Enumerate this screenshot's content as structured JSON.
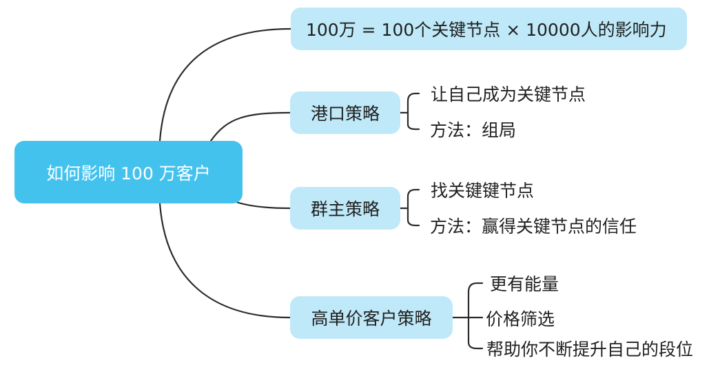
{
  "root": {
    "label": "如何影响 100 万客户"
  },
  "branches": [
    {
      "label": "100万 = 100个关键节点 × 10000人的影响力",
      "children": []
    },
    {
      "label": "港口策略",
      "children": [
        "让自己成为关键节点",
        "方法：组局"
      ]
    },
    {
      "label": "群主策略",
      "children": [
        "找关键键节点",
        "方法：赢得关键节点的信任"
      ]
    },
    {
      "label": "高单价客户策略",
      "children": [
        "更有能量",
        "价格筛选",
        "帮助你不断提升自己的段位"
      ]
    }
  ],
  "colors": {
    "root_fill": "#44c2ee",
    "branch_fill": "#bfe9f8",
    "connector": "#2b2b2b"
  }
}
